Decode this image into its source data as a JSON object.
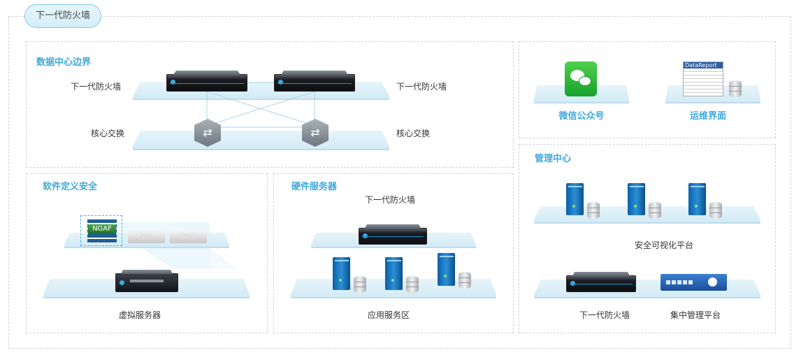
{
  "tab": {
    "label": "下一代防火墙"
  },
  "datacenter": {
    "title": "数据中心边界",
    "fw_left": "下一代防火墙",
    "fw_right": "下一代防火墙",
    "sw_left": "核心交换",
    "sw_right": "核心交换"
  },
  "software": {
    "title": "软件定义安全",
    "ngaf": "NGAF",
    "vm1": "VM",
    "vm2": "VM",
    "server": "虚拟服务器"
  },
  "hardware": {
    "title": "硬件服务器",
    "fw": "下一代防火墙",
    "zone": "应用服务区"
  },
  "top_right": {
    "wechat": "微信公众号",
    "ops": "运维界面",
    "datareport": "DataReport"
  },
  "management": {
    "title": "管理中心",
    "visual": "安全可视化平台",
    "fw": "下一代防火墙",
    "central": "集中管理平台"
  }
}
